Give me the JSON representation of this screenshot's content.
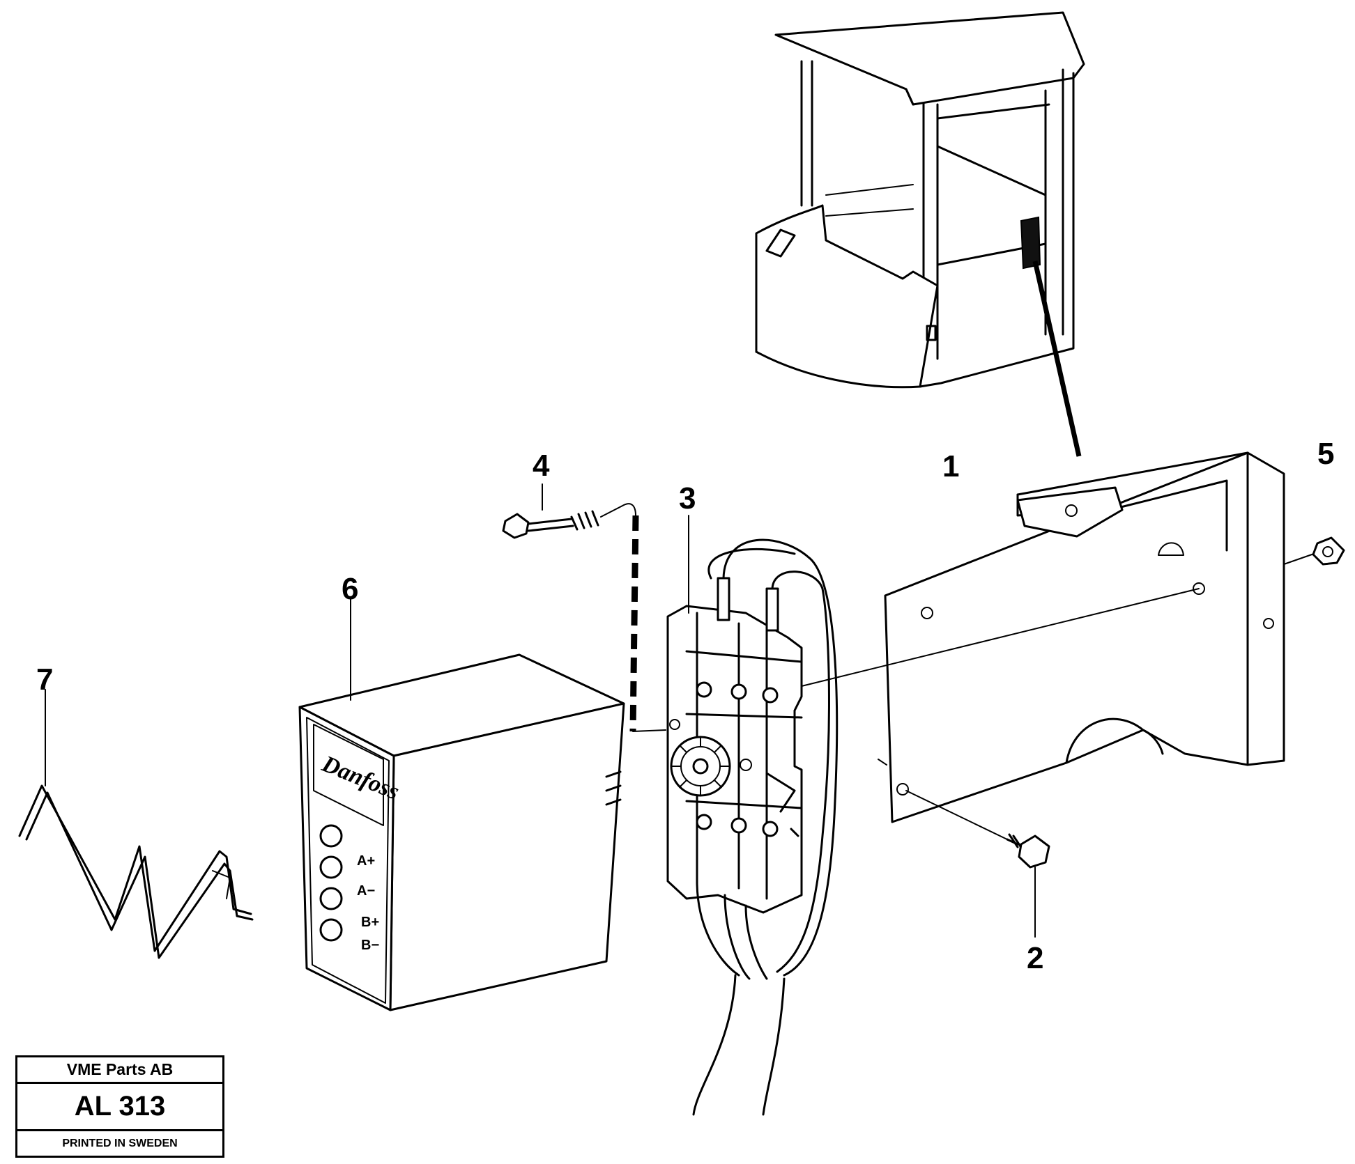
{
  "callouts": [
    {
      "id": "1",
      "label": "1"
    },
    {
      "id": "2",
      "label": "2"
    },
    {
      "id": "3",
      "label": "3"
    },
    {
      "id": "4",
      "label": "4"
    },
    {
      "id": "5",
      "label": "5"
    },
    {
      "id": "6",
      "label": "6"
    },
    {
      "id": "7",
      "label": "7"
    }
  ],
  "control_unit": {
    "brand": "Danfoss",
    "terminals": [
      "A+",
      "A−",
      "B+",
      "B−"
    ]
  },
  "title_block": {
    "company": "VME Parts AB",
    "drawing_number": "AL 313",
    "footer": "PRINTED IN SWEDEN"
  }
}
